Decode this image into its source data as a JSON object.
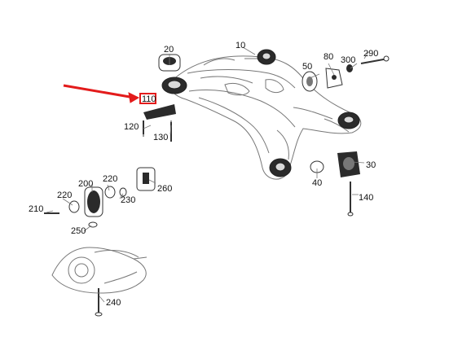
{
  "diagram": {
    "highlight_color": "#e31b1b",
    "line_color": "#777777",
    "part_fill": "#2b2b2b",
    "highlighted_part": "110",
    "callouts": {
      "c10": "10",
      "c20": "20",
      "c30": "30",
      "c40": "40",
      "c50": "50",
      "c80": "80",
      "c110": "110",
      "c120": "120",
      "c130": "130",
      "c140": "140",
      "c200": "200",
      "c210": "210",
      "c220a": "220",
      "c220b": "220",
      "c230": "230",
      "c240": "240",
      "c250": "250",
      "c260": "260",
      "c290": "290",
      "c300": "300"
    }
  }
}
